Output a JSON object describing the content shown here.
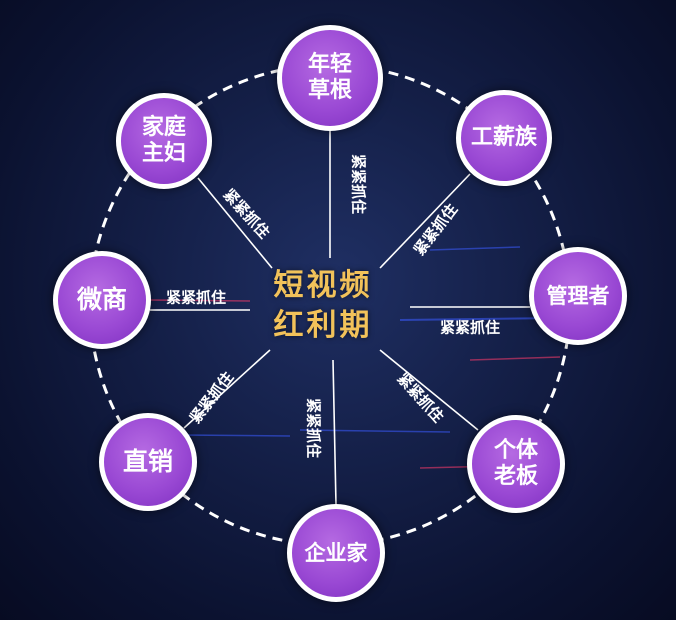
{
  "center": {
    "line1": "短视频",
    "line2": "红利期"
  },
  "colors": {
    "node_fill": "#9a49d4",
    "node_border": "#ffffff",
    "center_text": "#f2c25a",
    "background": "#141f47"
  },
  "nodes": [
    {
      "id": "young-grassroots",
      "label": "年轻\n草根"
    },
    {
      "id": "office-worker",
      "label": "工薪族"
    },
    {
      "id": "manager",
      "label": "管理者"
    },
    {
      "id": "small-business-owner",
      "label": "个体\n老板"
    },
    {
      "id": "entrepreneur",
      "label": "企业家"
    },
    {
      "id": "direct-sales",
      "label": "直销"
    },
    {
      "id": "wechat-merchant",
      "label": "微商"
    },
    {
      "id": "housewife",
      "label": "家庭\n主妇"
    }
  ],
  "spoke_label": "紧紧抓住"
}
